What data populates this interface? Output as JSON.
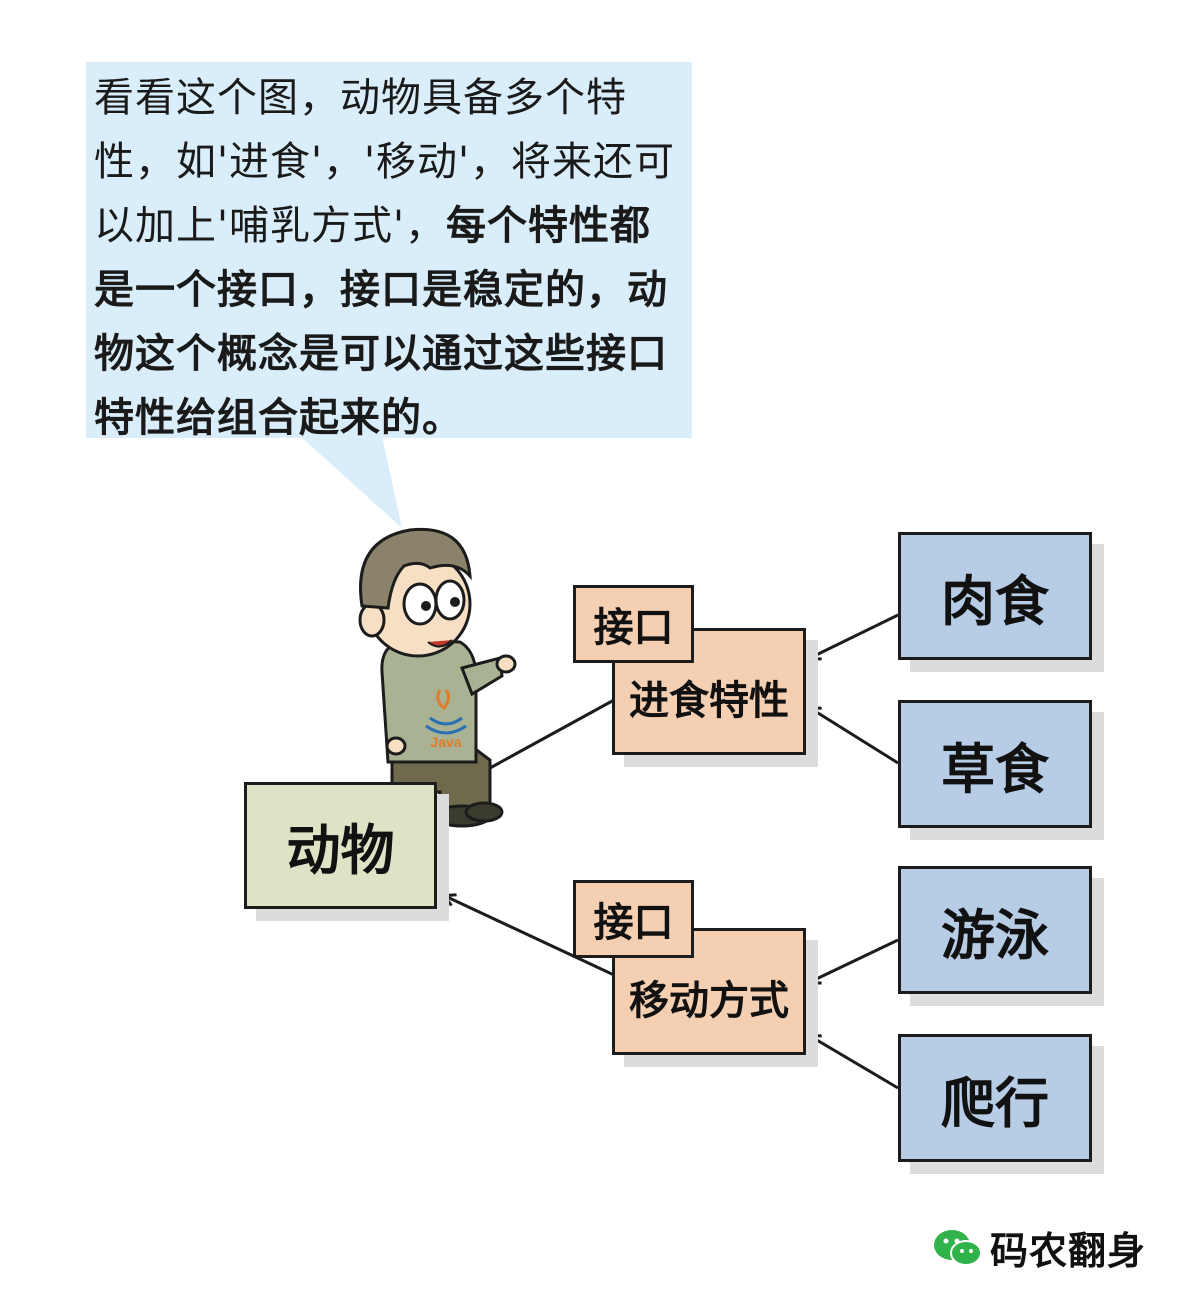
{
  "speech": {
    "normal": "看看这个图，动物具备多个特性，如'进食'，'移动'，将来还可以加上'哺乳方式'，",
    "bold": "每个特性都是一个接口，接口是稳定的，动物这个概念是可以通过这些接口特性给组合起来的。"
  },
  "nodes": {
    "animal": "动物",
    "tag_label": "接口",
    "iface_eat": "进食特性",
    "iface_move": "移动方式",
    "meat": "肉食",
    "grass": "草食",
    "swim": "游泳",
    "crawl": "爬行"
  },
  "character": {
    "shirt_logo": "Java"
  },
  "watermark": {
    "text": "码农翻身",
    "icon": "wechat-icon"
  },
  "colors": {
    "bubble": "#d9eefa",
    "impl_box": "#b7cde6",
    "interface_box": "#f5cfb2",
    "animal_box": "#dde3c4"
  }
}
